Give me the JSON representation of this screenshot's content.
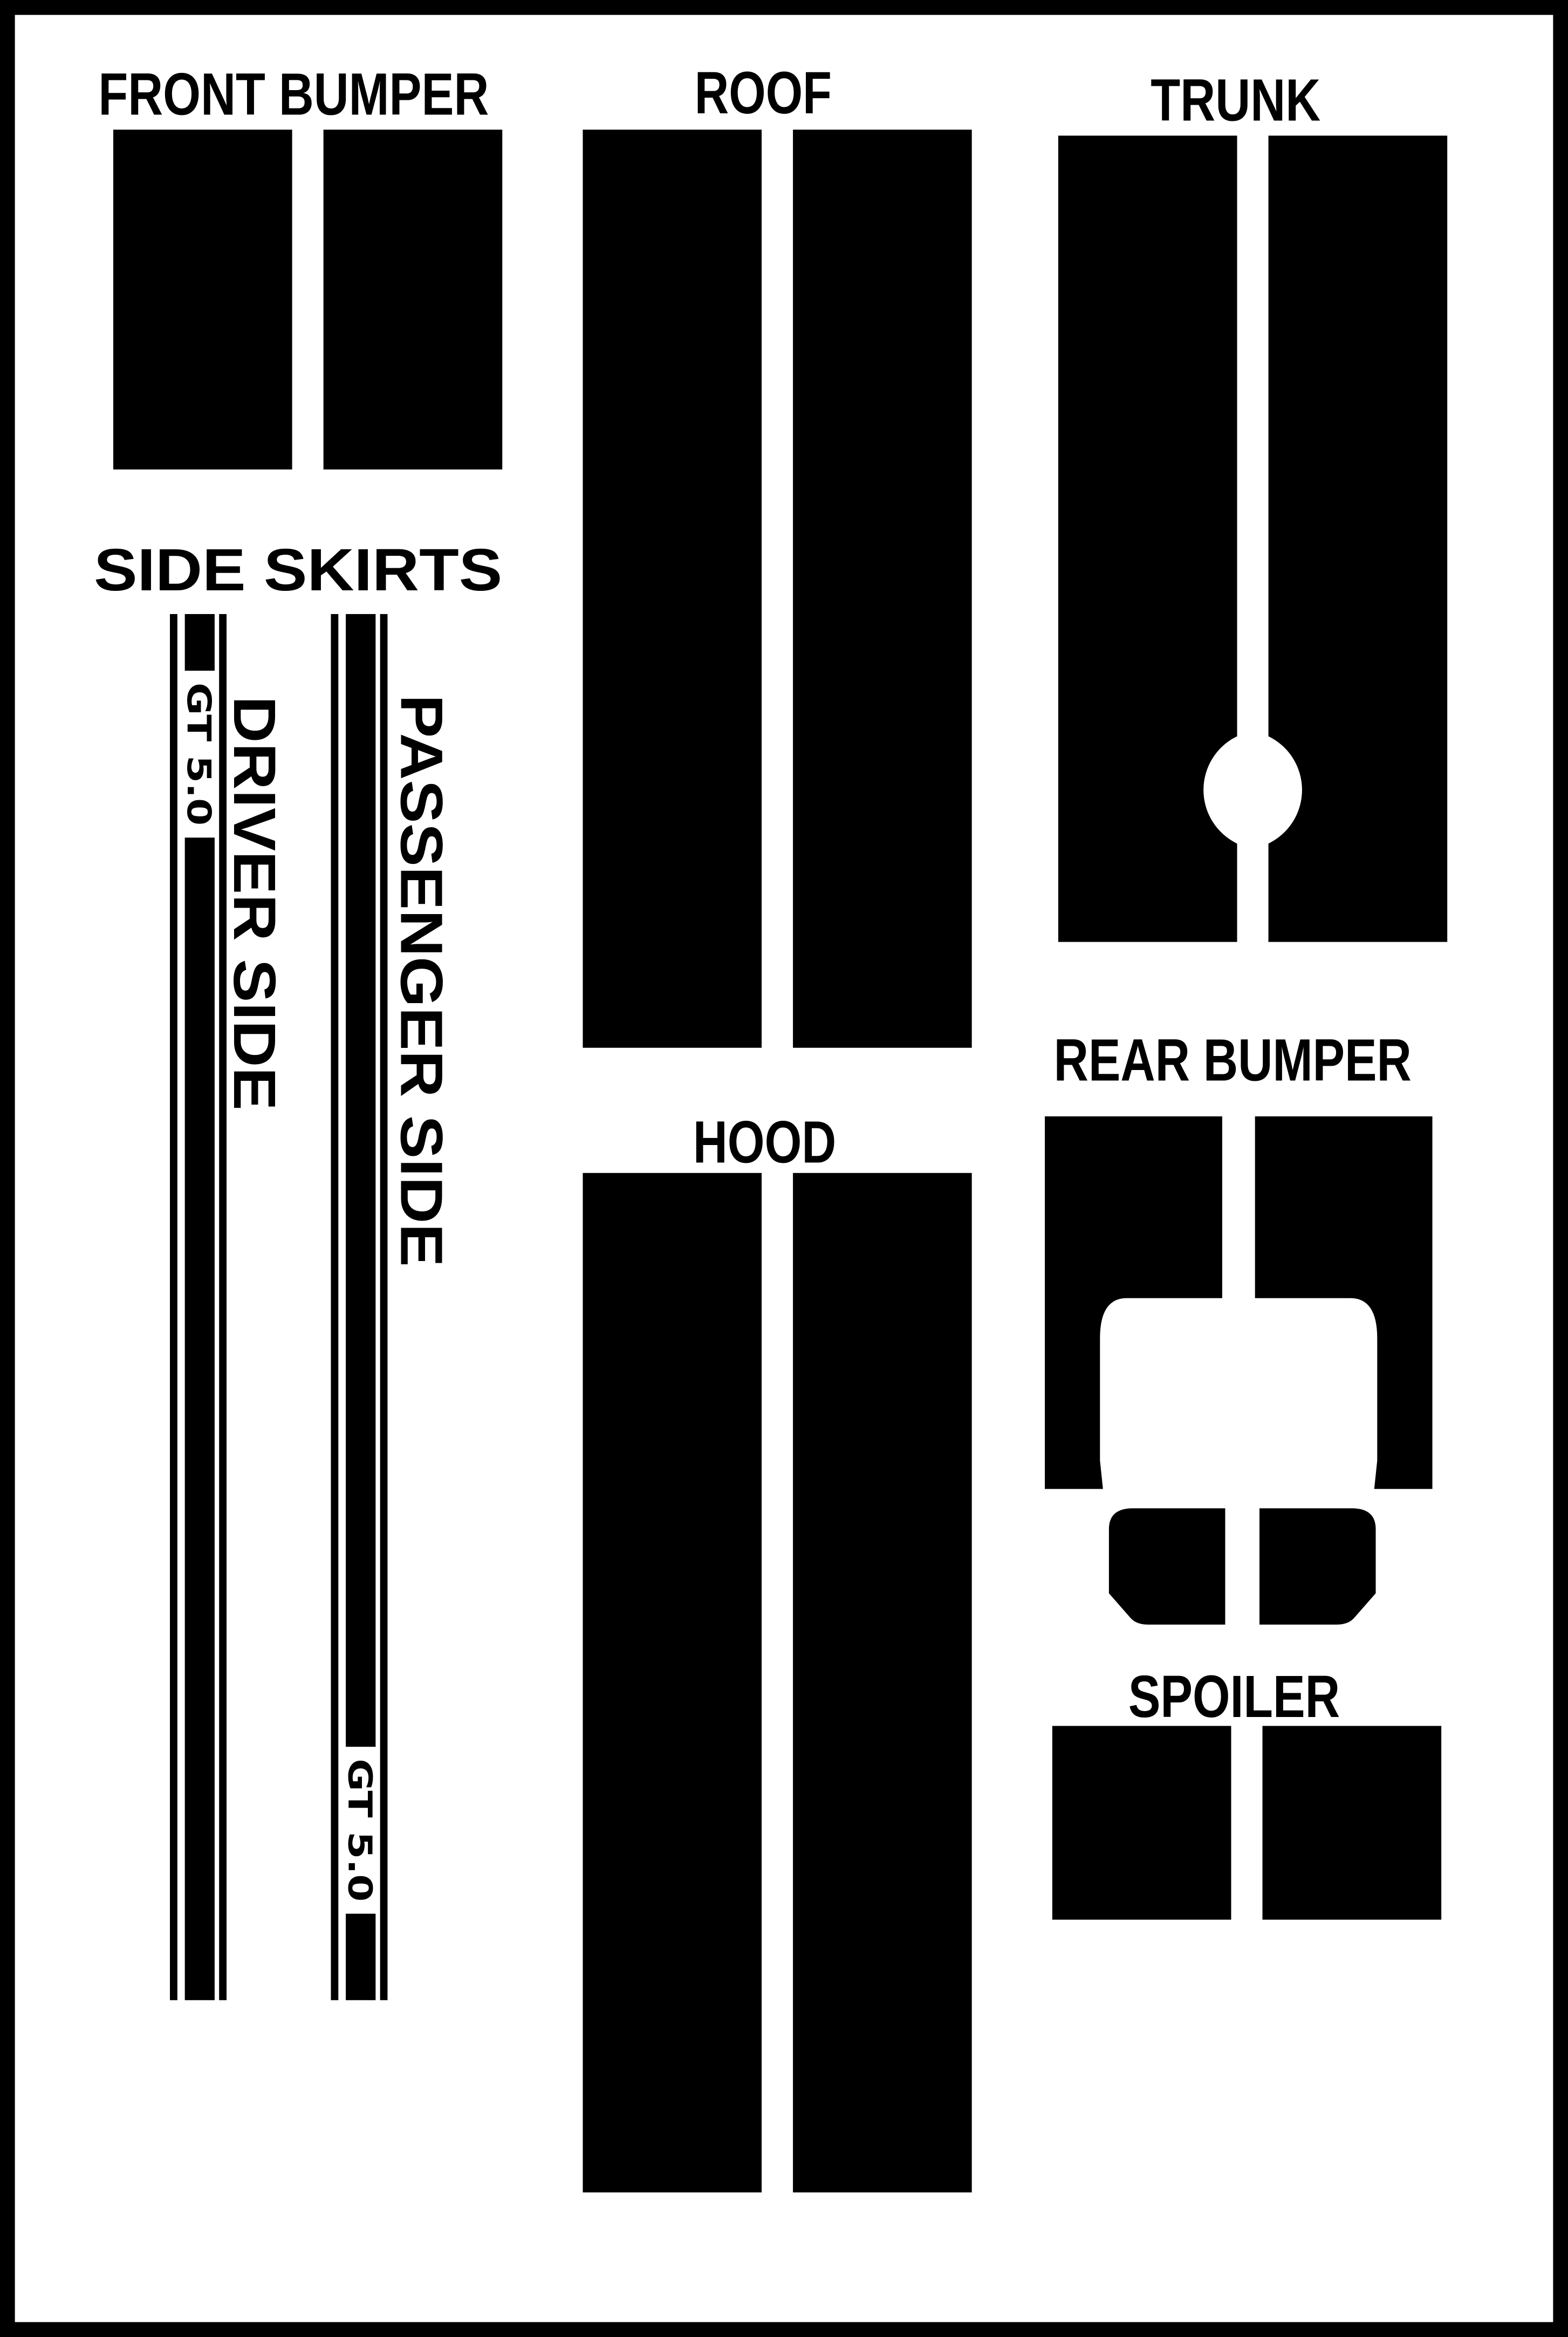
{
  "sheet": {
    "labels": {
      "front_bumper": "FRONT BUMPER",
      "roof": "ROOF",
      "trunk": "TRUNK",
      "side_skirts": "SIDE SKIRTS",
      "driver_side": "DRIVER SIDE",
      "passenger_side": "PASSENGER SIDE",
      "hood": "HOOD",
      "rear_bumper": "REAR BUMPER",
      "spoiler": "SPOILER"
    },
    "badges": {
      "driver_badge": "GT 5.0",
      "passenger_badge": "GT 5.0"
    }
  },
  "colors": {
    "stripe": "#000000",
    "background": "#ffffff",
    "border": "#000000"
  }
}
